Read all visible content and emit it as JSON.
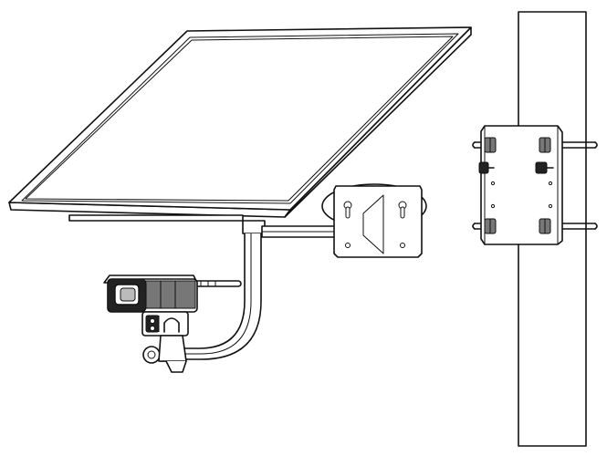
{
  "diagram": {
    "labels": [],
    "components": [
      "solar-panel",
      "wall-mount-plate",
      "support-arm",
      "bullet-camera",
      "pole",
      "pole-mount-bracket"
    ],
    "colors": {
      "line": "#111111",
      "background": "#ffffff",
      "dark_fill": "#222222"
    }
  }
}
